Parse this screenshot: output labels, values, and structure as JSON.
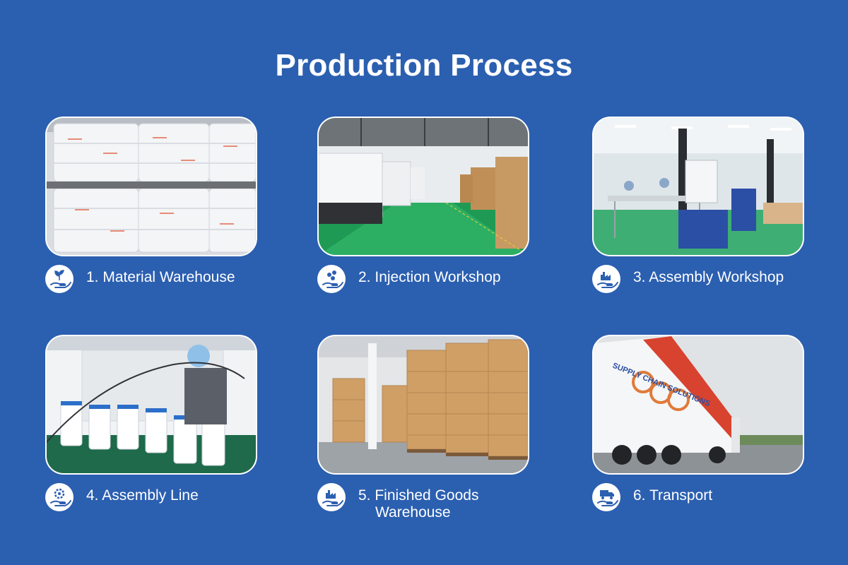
{
  "page": {
    "title": "Production Process"
  },
  "steps": [
    {
      "number": "1.",
      "label": "Material Warehouse",
      "icon": "hand-plant-icon"
    },
    {
      "number": "2.",
      "label": "Injection Workshop",
      "icon": "hand-sprout-icon"
    },
    {
      "number": "3.",
      "label": "Assembly Workshop",
      "icon": "hand-factory-icon"
    },
    {
      "number": "4.",
      "label": "Assembly Line",
      "icon": "hand-gear-icon"
    },
    {
      "number": "5.",
      "label": "Finished Goods",
      "label_line2": "Warehouse",
      "icon": "hand-factory-icon"
    },
    {
      "number": "6.",
      "label": "Transport",
      "icon": "hand-truck-icon"
    }
  ],
  "photo_text": {
    "truck_brand": "SUPPLY CHAIN SOLUTIONS"
  },
  "colors": {
    "background": "#2b5fb0",
    "icon_fg": "#2b5fb0",
    "text": "#ffffff"
  }
}
